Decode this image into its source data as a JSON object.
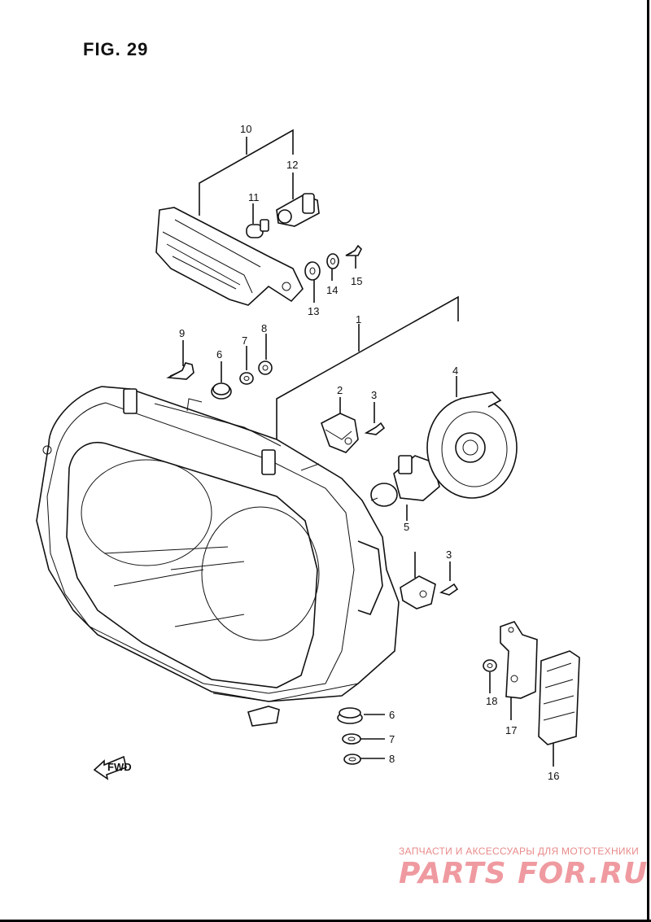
{
  "figure": {
    "title": "FIG. 29"
  },
  "callouts": [
    "1",
    "2",
    "3",
    "3",
    "4",
    "5",
    "6",
    "6",
    "7",
    "7",
    "8",
    "8",
    "9",
    "10",
    "11",
    "12",
    "13",
    "14",
    "15",
    "16",
    "17",
    "18"
  ],
  "fwd_arrow": {
    "text": "FWD"
  },
  "watermark": {
    "tagline": "ЗАПЧАСТИ И АКСЕССУАРЫ ДЛЯ МОТОТЕХНИКИ",
    "logo": "PARTS FOR.RU",
    "color": "#ef9aa0"
  }
}
